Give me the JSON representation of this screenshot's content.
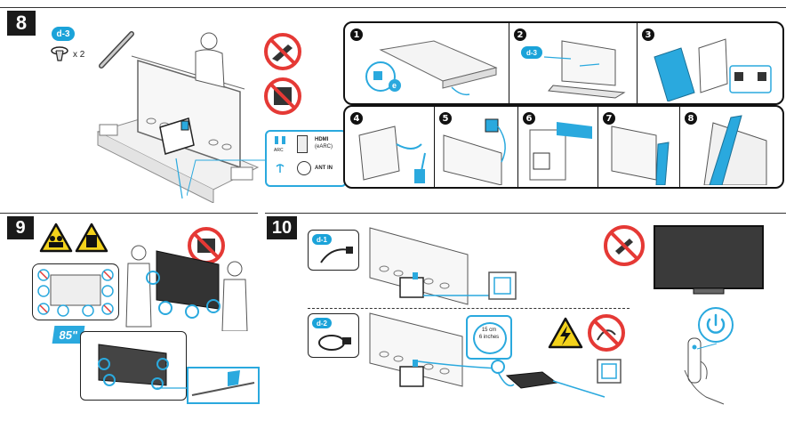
{
  "step8": {
    "number": "8",
    "part_label": "d-3",
    "screw_qty": "x 2",
    "substeps": [
      "1",
      "2",
      "3",
      "4",
      "5",
      "6",
      "7",
      "8"
    ],
    "substep2_label": "d-3",
    "connector_e_label": "e",
    "ports": {
      "arc_label": "ARC",
      "hdmi_label": "HDMI",
      "hdmi_earc_label": "(eARC)",
      "ant_label": "ANT IN"
    }
  },
  "step9": {
    "number": "9",
    "size_badge": "85\""
  },
  "step10": {
    "number": "10",
    "cable1_label": "d-1",
    "cable2_label": "d-2",
    "distance_cm": "15 cm",
    "distance_in": "6 inches"
  },
  "colors": {
    "accent": "#2aa9de",
    "warning_yellow": "#f3d21b",
    "prohibit_red": "#e53935",
    "dark": "#1a1a1a"
  }
}
